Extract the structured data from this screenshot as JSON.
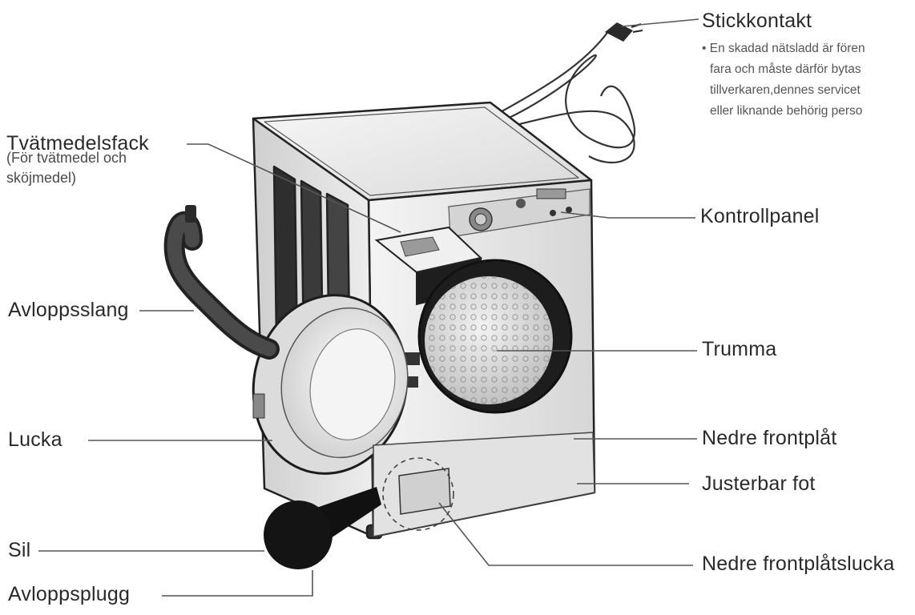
{
  "labels": {
    "stickkontakt": "Stickkontakt",
    "tvatmedelsfack": "Tvätmedelsfack",
    "kontrollpanel": "Kontrollpanel",
    "avloppsslang": "Avloppsslang",
    "trumma": "Trumma",
    "lucka": "Lucka",
    "nedre_frontplat": "Nedre frontplåt",
    "justerbar_fot": "Justerbar fot",
    "sil": "Sil",
    "nedre_frontplatslucka": "Nedre frontplåtslucka",
    "avloppsplugg": "Avloppsplugg"
  },
  "tvatmedelsfack_note": {
    "line1": "(För tvätmedel och",
    "line2": " sköjmedel)"
  },
  "stickkontakt_note": {
    "line1": "• En skadad nätsladd är fören",
    "line2": "fara och måste därför bytas",
    "line3": "tillverkaren,dennes servicet",
    "line4": "eller liknande behörig perso"
  },
  "colors": {
    "leader_line": "#555555",
    "machine_body": "#e9e9e9",
    "machine_outline": "#222222",
    "drum_glass": "#c8c8c8",
    "filter_disc": "#141414"
  }
}
